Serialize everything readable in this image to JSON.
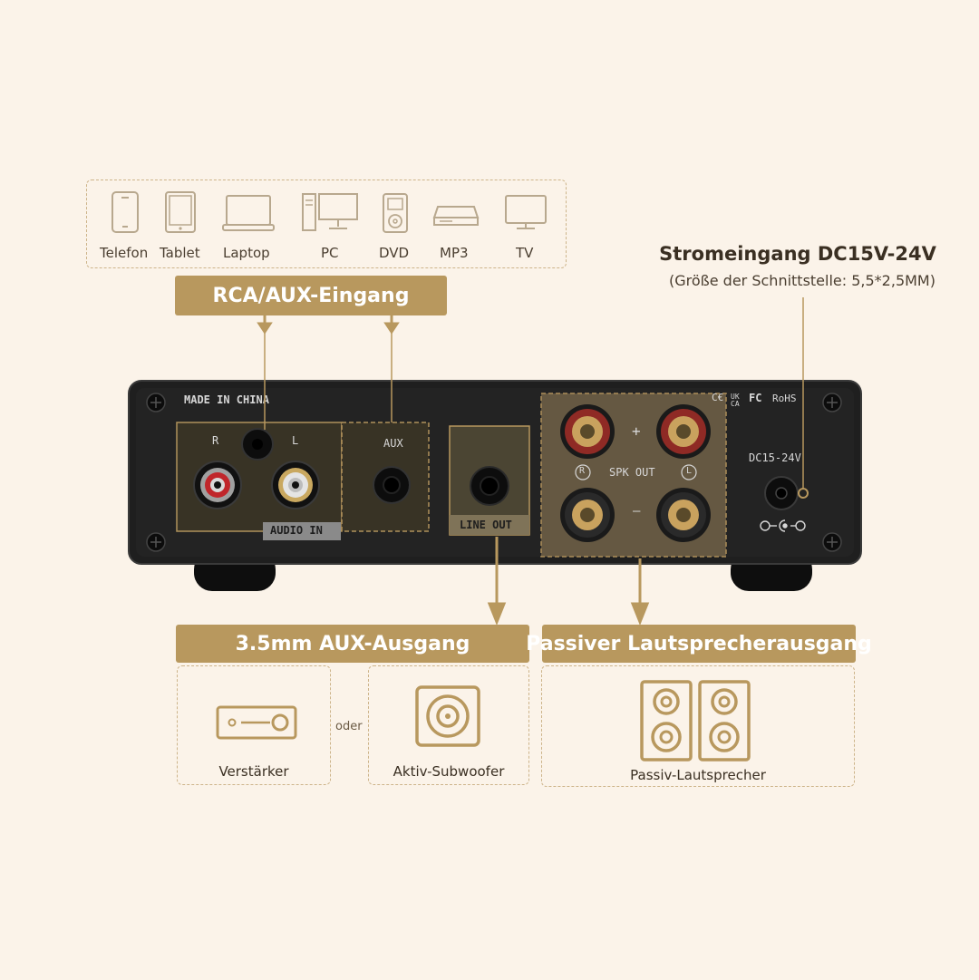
{
  "source_devices": {
    "items": [
      {
        "label": "Telefon",
        "icon": "smartphone-icon"
      },
      {
        "label": "Tablet",
        "icon": "tablet-icon"
      },
      {
        "label": "Laptop",
        "icon": "laptop-icon"
      },
      {
        "label": "PC",
        "icon": "desktop-pc-icon"
      },
      {
        "label": "DVD",
        "icon": "dvd-player-icon"
      },
      {
        "label": "MP3",
        "icon": "mp3-player-icon"
      },
      {
        "label": "TV",
        "icon": "tv-icon"
      }
    ]
  },
  "input_banner": {
    "label": "RCA/AUX-Eingang"
  },
  "power": {
    "title": "Stromeingang DC15V-24V",
    "subtitle": "(Größe der Schnittstelle: 5,5*2,5MM)"
  },
  "panel": {
    "made_in": "MADE IN CHINA",
    "r_label": "R",
    "l_label": "L",
    "aux_label": "AUX",
    "audio_in": "AUDIO IN",
    "line_out": "LINE OUT",
    "plus": "+",
    "minus": "–",
    "spk_out": "SPK OUT",
    "spk_r": "R",
    "spk_l": "L",
    "dc_label": "DC15-24V",
    "cert_ce": "C€",
    "cert_ukca": "UK CA",
    "cert_fc": "FC",
    "cert_rohs": "RoHS"
  },
  "aux_out": {
    "banner": "3.5mm AUX-Ausgang",
    "option1": "Verstärker",
    "or": "oder",
    "option2": "Aktiv-Subwoofer"
  },
  "speaker_out": {
    "banner": "Passiver Lautsprecherausgang",
    "device": "Passiv-Lautsprecher"
  },
  "colors": {
    "accent": "#b8985e",
    "background": "#fbf3e9",
    "panel": "#1e1e1e"
  }
}
